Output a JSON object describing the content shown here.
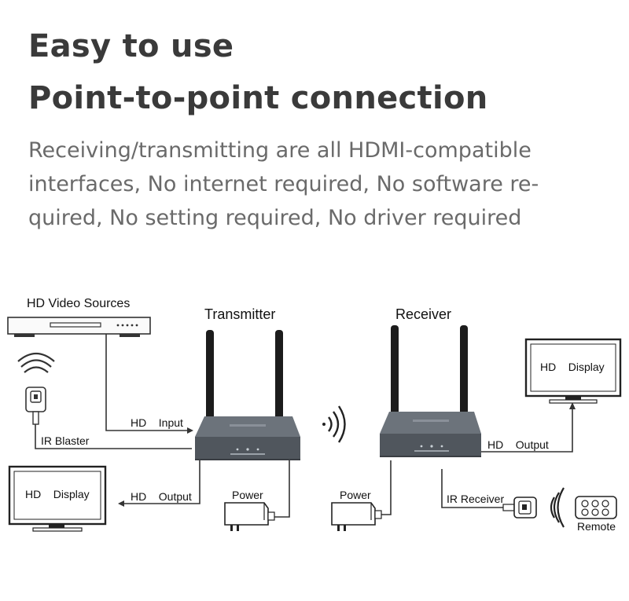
{
  "header": {
    "title_line1": "Easy to use",
    "title_line2": "Point-to-point connection",
    "description_lines": [
      "Receiving/transmitting are all HDMI-compatible",
      "interfaces, No internet required, No software re-",
      "quired, No setting required, No driver required"
    ]
  },
  "diagram": {
    "source_label": "HD Video Sources",
    "transmitter_label": "Transmitter",
    "receiver_label": "Receiver",
    "hd_input": "HD    Input",
    "ir_blaster": "IR Blaster",
    "hd_output_left": "HD    Output",
    "display_left": "HD    Display",
    "power_left": "Power",
    "power_right": "Power",
    "hd_output_right": "HD    Output",
    "display_right": "HD    Display",
    "ir_receiver": "IR Receiver",
    "remote": "Remote",
    "colors": {
      "device_body": "#5a6068",
      "antenna": "#1c1c1c",
      "line": "#333333"
    }
  }
}
